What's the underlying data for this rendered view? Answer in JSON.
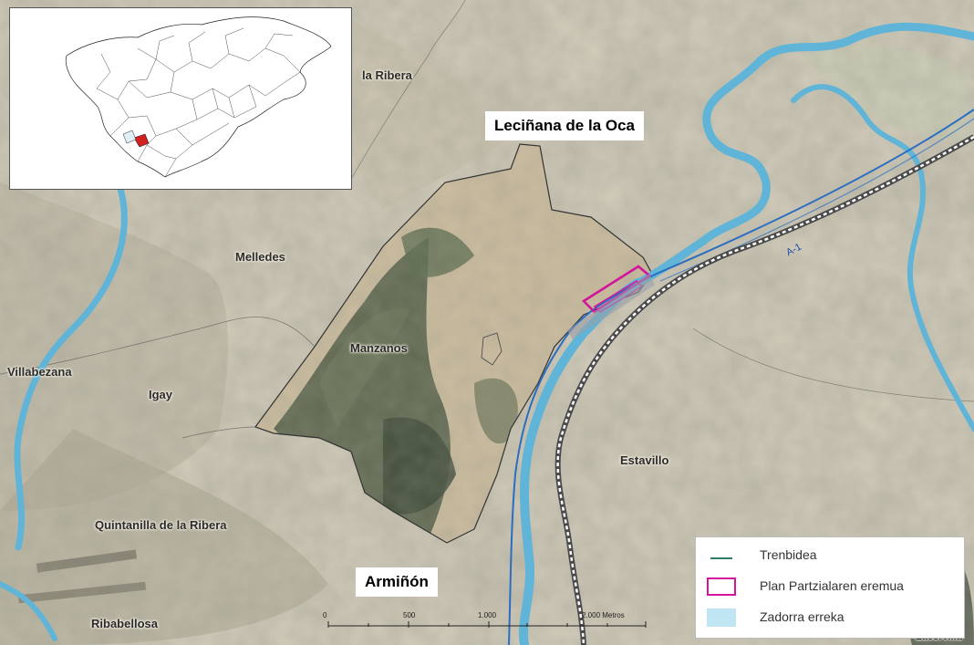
{
  "map": {
    "places": {
      "la_ribera": "la Ribera",
      "leciniana": "Leciñana de la Oca",
      "melledes": "Melledes",
      "manzanos": "Manzanos",
      "villabezana": "Villabezana",
      "igay": "Igay",
      "estavillo": "Estavillo",
      "quintanilla": "Quintanilla de la Ribera",
      "arminon": "Armiñón",
      "ribabellosa": "Ribabellosa",
      "lacervilla": "Lacervilla"
    },
    "road_label": "A-1"
  },
  "legend": {
    "items": [
      {
        "label": "Trenbidea",
        "symbol": "line",
        "color": "#2e7d6e"
      },
      {
        "label": "Plan Partzialaren eremua",
        "symbol": "outline-box",
        "color": "#d4149a"
      },
      {
        "label": "Zadorra erreka",
        "symbol": "fill-box",
        "color": "#bfe6f2"
      }
    ]
  },
  "scale": {
    "labels": [
      "0",
      "500",
      "1.000",
      "2.000 Metros"
    ]
  },
  "colors": {
    "river": "#5fb4d8",
    "plan_area": "#d4149a",
    "highway": "#2a6ec2",
    "railway_outer": "#4a4a4a",
    "railway_inner": "#ffffff",
    "municipality_boundary": "#333333",
    "inset_highlight": "#d42020"
  }
}
